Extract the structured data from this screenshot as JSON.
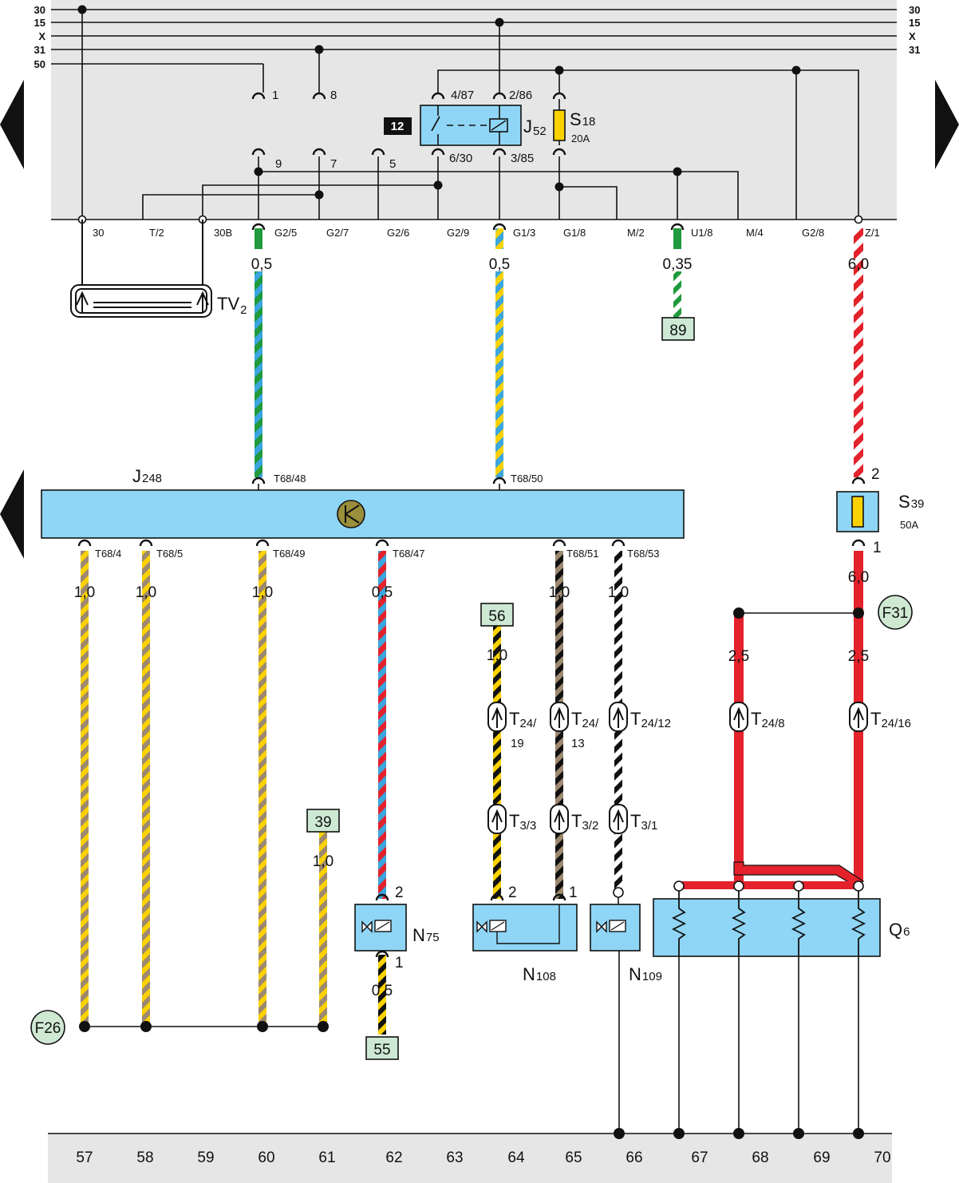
{
  "bus": {
    "rails": [
      "30",
      "15",
      "X",
      "31",
      "50"
    ],
    "rails_right": [
      "30",
      "15",
      "X",
      "31"
    ]
  },
  "relay_panel": {
    "relay_terminals": {
      "t1": "1",
      "t8": "8",
      "t9": "9",
      "t7": "7",
      "t5": "5"
    },
    "relay": {
      "badge": "12",
      "name": "J",
      "name_sub": "52",
      "pin_487": "4/87",
      "pin_286": "2/86",
      "pin_630": "6/30",
      "pin_385": "3/85"
    },
    "fuse_s18": {
      "name": "S",
      "name_sub": "18",
      "rating": "20A"
    },
    "bottom_terminals": [
      "30",
      "T/2",
      "30B",
      "G2/5",
      "G2/7",
      "G2/6",
      "G2/9",
      "G1/3",
      "G1/8",
      "M/2",
      "U1/8",
      "M/4",
      "G2/8",
      "Z/1"
    ]
  },
  "tv2": {
    "name": "TV",
    "name_sub": "2"
  },
  "gauges": {
    "g25": "0,5",
    "g13": "0,5",
    "u18": "0,35",
    "z1": "6,0",
    "t4": "1,0",
    "t5": "1,0",
    "t49": "1,0",
    "t47": "0,5",
    "t51": "1,0",
    "t53": "1,0",
    "fuse_out": "6,0",
    "branch_l": "2,5",
    "branch_r": "2,5",
    "w56": "1,0",
    "w39": "1,0",
    "w55": "0,5"
  },
  "refs": {
    "r89": "89",
    "r56": "56",
    "r39": "39",
    "r55": "55",
    "f31": "F31",
    "f26": "F26"
  },
  "ecu": {
    "name": "J",
    "name_sub": "248",
    "top_pins": {
      "p48": "T68/48",
      "p50": "T68/50"
    },
    "bottom_pins": {
      "p4": "T68/4",
      "p5": "T68/5",
      "p49": "T68/49",
      "p47": "T68/47",
      "p51": "T68/51",
      "p53": "T68/53"
    }
  },
  "fuse_s39": {
    "name": "S",
    "name_sub": "39",
    "rating": "50A",
    "pin_top": "2",
    "pin_bottom": "1"
  },
  "connectors": {
    "c2419": {
      "main": "T",
      "sub": "24/",
      "sub2": "19"
    },
    "c2413": {
      "main": "T",
      "sub": "24/",
      "sub2": "13"
    },
    "c2412": {
      "main": "T",
      "sub": "24/12"
    },
    "c248": {
      "main": "T",
      "sub": "24/8"
    },
    "c2416": {
      "main": "T",
      "sub": "24/16"
    },
    "c33": {
      "main": "T",
      "sub": "3/3"
    },
    "c32": {
      "main": "T",
      "sub": "3/2"
    },
    "c31": {
      "main": "T",
      "sub": "3/1"
    }
  },
  "components": {
    "n75": {
      "name": "N",
      "name_sub": "75",
      "pin_top": "2",
      "pin_bottom": "1"
    },
    "n108": {
      "name": "N",
      "name_sub": "108",
      "pin_l": "2",
      "pin_r": "1"
    },
    "n109": {
      "name": "N",
      "name_sub": "109"
    },
    "q6": {
      "name": "Q",
      "name_sub": "6"
    }
  },
  "columns": [
    "57",
    "58",
    "59",
    "60",
    "61",
    "62",
    "63",
    "64",
    "65",
    "66",
    "67",
    "68",
    "69",
    "70"
  ],
  "colors": {
    "panel": "#e6e6e6",
    "box": "#8fd5f5",
    "ref_box": "#cde9d4",
    "ref_circle": "#cfe8d2",
    "red": "#e3222b",
    "yellow": "#fbd200",
    "brown": "#9d8870",
    "blue": "#3aa5de",
    "green": "#1f9a3c",
    "black": "#111111"
  }
}
